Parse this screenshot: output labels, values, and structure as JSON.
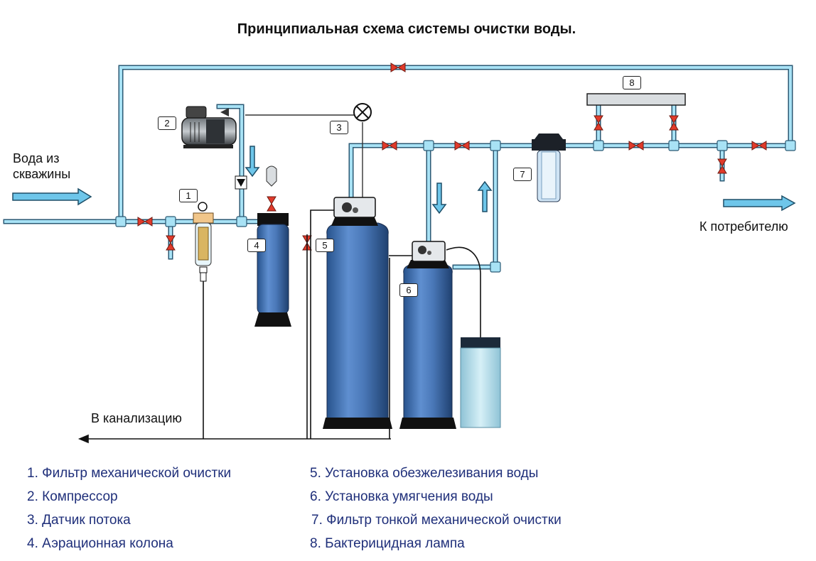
{
  "title": "Принципиальная схема  системы очистки воды.",
  "labels": {
    "inlet_line1": "Вода из",
    "inlet_line2": "скважины",
    "outlet": "К потребителю",
    "drain": "В канализацию"
  },
  "badges": [
    "1",
    "2",
    "3",
    "4",
    "5",
    "6",
    "7",
    "8"
  ],
  "legend": [
    "1. Фильтр механической очистки",
    "2. Компрессор",
    "3. Датчик потока",
    "4. Аэрационная колона",
    "5. Установка обезжелезивания воды",
    "6. Установка умягчения воды",
    "7. Фильтр тонкой механической очистки",
    "8. Бактерицидная лампа"
  ],
  "colors": {
    "pipe": "#7ec8e6",
    "pipe_edge": "#2b5a75",
    "tank": "#4a78b8",
    "valve": "#e03a2a",
    "legend_text": "#1f2f7a"
  }
}
